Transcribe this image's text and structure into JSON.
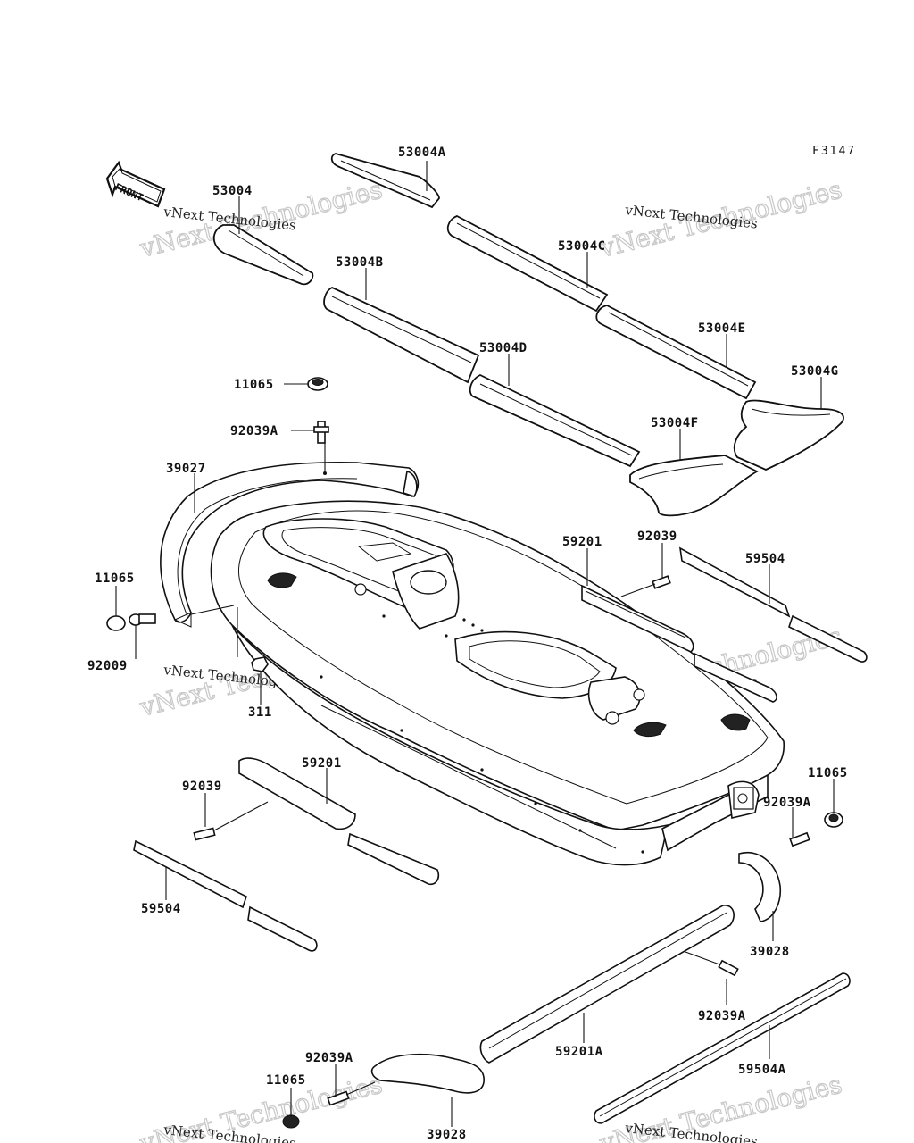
{
  "diagram": {
    "code": "F3147",
    "front_label": "FRONT",
    "watermark_line1": "vNext Technologies",
    "watermark_line2": "vNext Technologies",
    "labels": {
      "p53004": "53004",
      "p53004a": "53004A",
      "p53004b": "53004B",
      "p53004c": "53004C",
      "p53004d": "53004D",
      "p53004e": "53004E",
      "p53004f": "53004F",
      "p53004g": "53004G",
      "p11065_a": "11065",
      "p92039a_a": "92039A",
      "p39027": "39027",
      "p11065_b": "11065",
      "p92009": "92009",
      "p311": "311",
      "p59201_r": "59201",
      "p92039_r": "92039",
      "p59504_r": "59504",
      "p59201_l": "59201",
      "p92039_l": "92039",
      "p59504_l": "59504",
      "p11065_c": "11065",
      "p92039a_b": "92039A",
      "p39028_r": "39028",
      "p92039a_c": "92039A",
      "p59201a": "59201A",
      "p59504a": "59504A",
      "p92039a_d": "92039A",
      "p11065_d": "11065",
      "p39028_b": "39028"
    }
  }
}
